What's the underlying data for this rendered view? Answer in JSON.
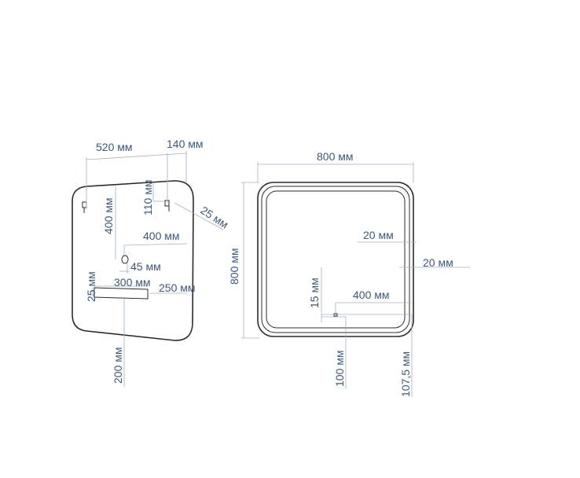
{
  "side_view": {
    "labels": {
      "width_520": "520 мм",
      "width_140": "140 мм",
      "hook_110": "110 мм",
      "depth_25": "25 мм",
      "hole_400_vertical": "400 мм",
      "hole_400_horizontal": "400 мм",
      "hole_45": "45 мм",
      "shelf_25": "25 мм",
      "shelf_300": "300 мм",
      "shelf_250": "250 мм",
      "bottom_200": "200 мм"
    }
  },
  "front_view": {
    "labels": {
      "width_800": "800 мм",
      "height_800": "800 мм",
      "border_20_a": "20 мм",
      "border_20_b": "20 мм",
      "sensor_400": "400 мм",
      "sensor_15": "15 мм",
      "sensor_100": "100 мм",
      "side_107_5": "107,5 мм"
    }
  }
}
